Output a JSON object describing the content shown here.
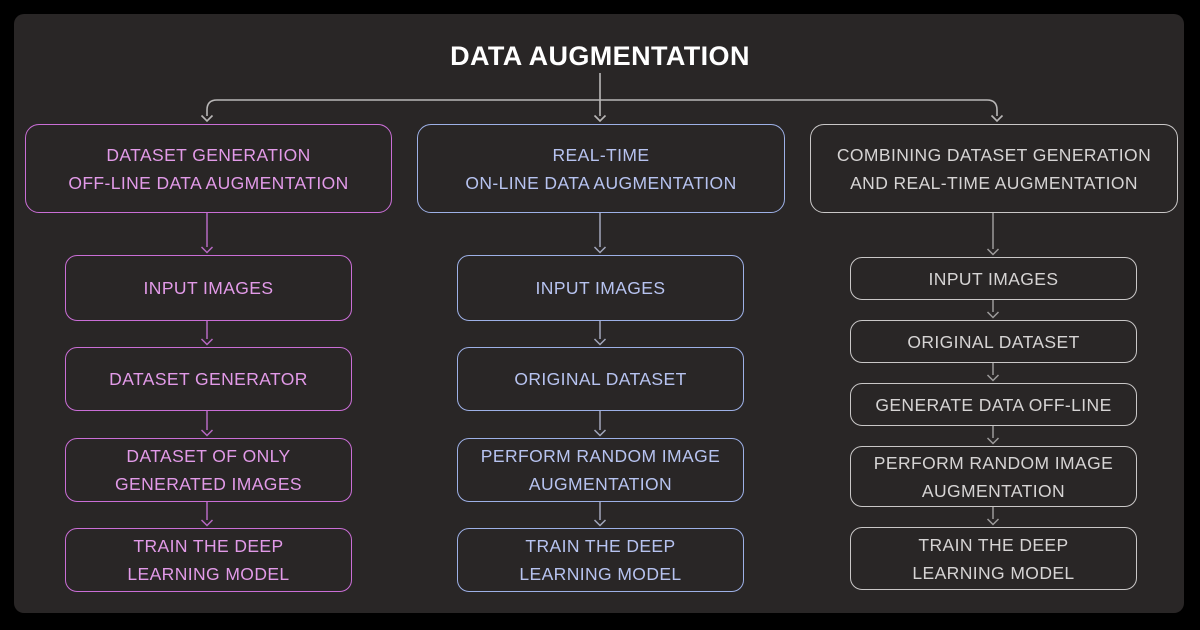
{
  "title": "DATA AUGMENTATION",
  "colors": {
    "frame_background": "#000000",
    "panel_background": "#292626",
    "title_text": "#ffffff",
    "trunk_connector": "#b9b7b7",
    "offline_text": "#e29ae8",
    "offline_border": "#ca6ed6",
    "offline_connector": "#b668c2",
    "online_text": "#b7c3f0",
    "online_border": "#9db0e6",
    "online_connector": "#a2a7bc",
    "combined_text": "#d6d4d4",
    "combined_border": "#c9c7c7",
    "combined_connector": "#9c9a9a"
  },
  "columns": [
    {
      "id": "offline-dataset-generation",
      "header": "DATASET GENERATION\nOFF-LINE DATA AUGMENTATION",
      "steps": [
        "INPUT IMAGES",
        "DATASET GENERATOR",
        "DATASET OF ONLY\nGENERATED IMAGES",
        "TRAIN THE DEEP\nLEARNING MODEL"
      ]
    },
    {
      "id": "online-real-time",
      "header": "REAL-TIME\nON-LINE DATA AUGMENTATION",
      "steps": [
        "INPUT IMAGES",
        "ORIGINAL DATASET",
        "PERFORM RANDOM IMAGE\nAUGMENTATION",
        "TRAIN THE DEEP\nLEARNING MODEL"
      ]
    },
    {
      "id": "combined-generation-and-real-time",
      "header": "COMBINING DATASET GENERATION\nAND REAL-TIME AUGMENTATION",
      "steps": [
        "INPUT IMAGES",
        "ORIGINAL DATASET",
        "GENERATE DATA OFF-LINE",
        "PERFORM RANDOM IMAGE\nAUGMENTATION",
        "TRAIN THE DEEP\nLEARNING MODEL"
      ]
    }
  ]
}
